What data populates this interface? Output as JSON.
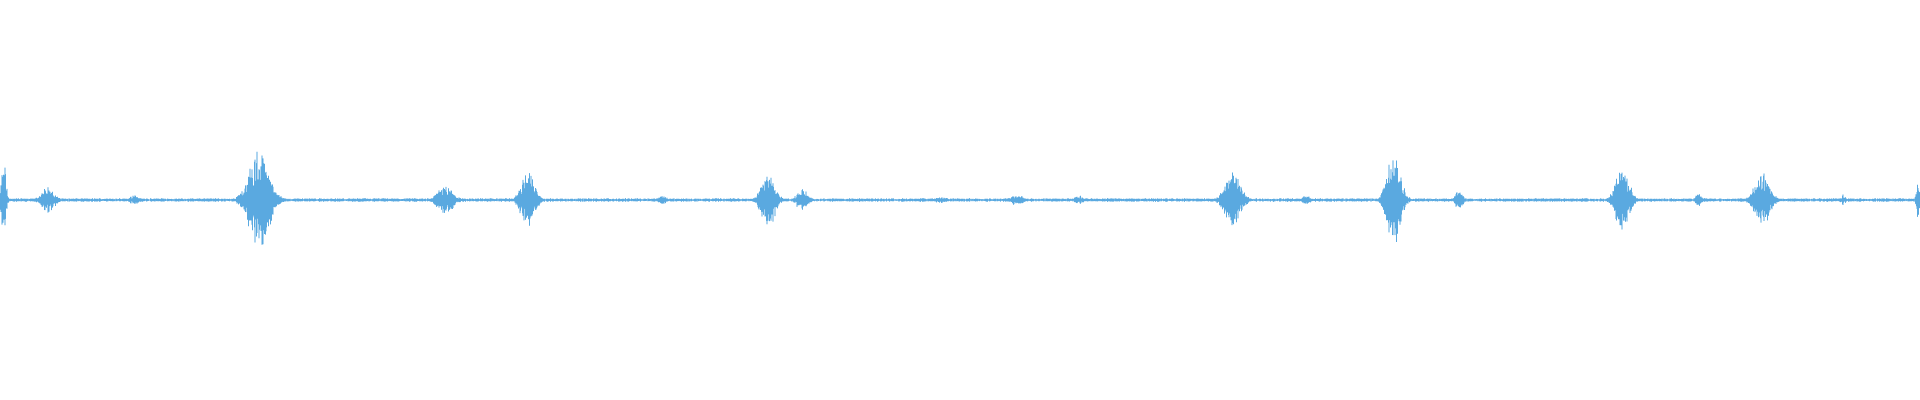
{
  "waveform": {
    "color": "#5aa9e0",
    "background": "#ffffff",
    "duration": 1,
    "baseline_amplitude": 0.004,
    "bursts": [
      {
        "position": 0.002,
        "width": 0.004,
        "amplitude": 0.11
      },
      {
        "position": 0.025,
        "width": 0.012,
        "amplitude": 0.035
      },
      {
        "position": 0.07,
        "width": 0.01,
        "amplitude": 0.012
      },
      {
        "position": 0.135,
        "width": 0.018,
        "amplitude": 0.14
      },
      {
        "position": 0.232,
        "width": 0.014,
        "amplitude": 0.04
      },
      {
        "position": 0.275,
        "width": 0.012,
        "amplitude": 0.075
      },
      {
        "position": 0.345,
        "width": 0.008,
        "amplitude": 0.012
      },
      {
        "position": 0.4,
        "width": 0.012,
        "amplitude": 0.08
      },
      {
        "position": 0.418,
        "width": 0.01,
        "amplitude": 0.03
      },
      {
        "position": 0.49,
        "width": 0.01,
        "amplitude": 0.01
      },
      {
        "position": 0.53,
        "width": 0.012,
        "amplitude": 0.015
      },
      {
        "position": 0.562,
        "width": 0.008,
        "amplitude": 0.012
      },
      {
        "position": 0.642,
        "width": 0.014,
        "amplitude": 0.075
      },
      {
        "position": 0.68,
        "width": 0.008,
        "amplitude": 0.012
      },
      {
        "position": 0.726,
        "width": 0.012,
        "amplitude": 0.13
      },
      {
        "position": 0.76,
        "width": 0.006,
        "amplitude": 0.03
      },
      {
        "position": 0.845,
        "width": 0.012,
        "amplitude": 0.09
      },
      {
        "position": 0.885,
        "width": 0.006,
        "amplitude": 0.02
      },
      {
        "position": 0.918,
        "width": 0.014,
        "amplitude": 0.07
      },
      {
        "position": 0.96,
        "width": 0.004,
        "amplitude": 0.015
      },
      {
        "position": 0.999,
        "width": 0.003,
        "amplitude": 0.05
      }
    ]
  }
}
